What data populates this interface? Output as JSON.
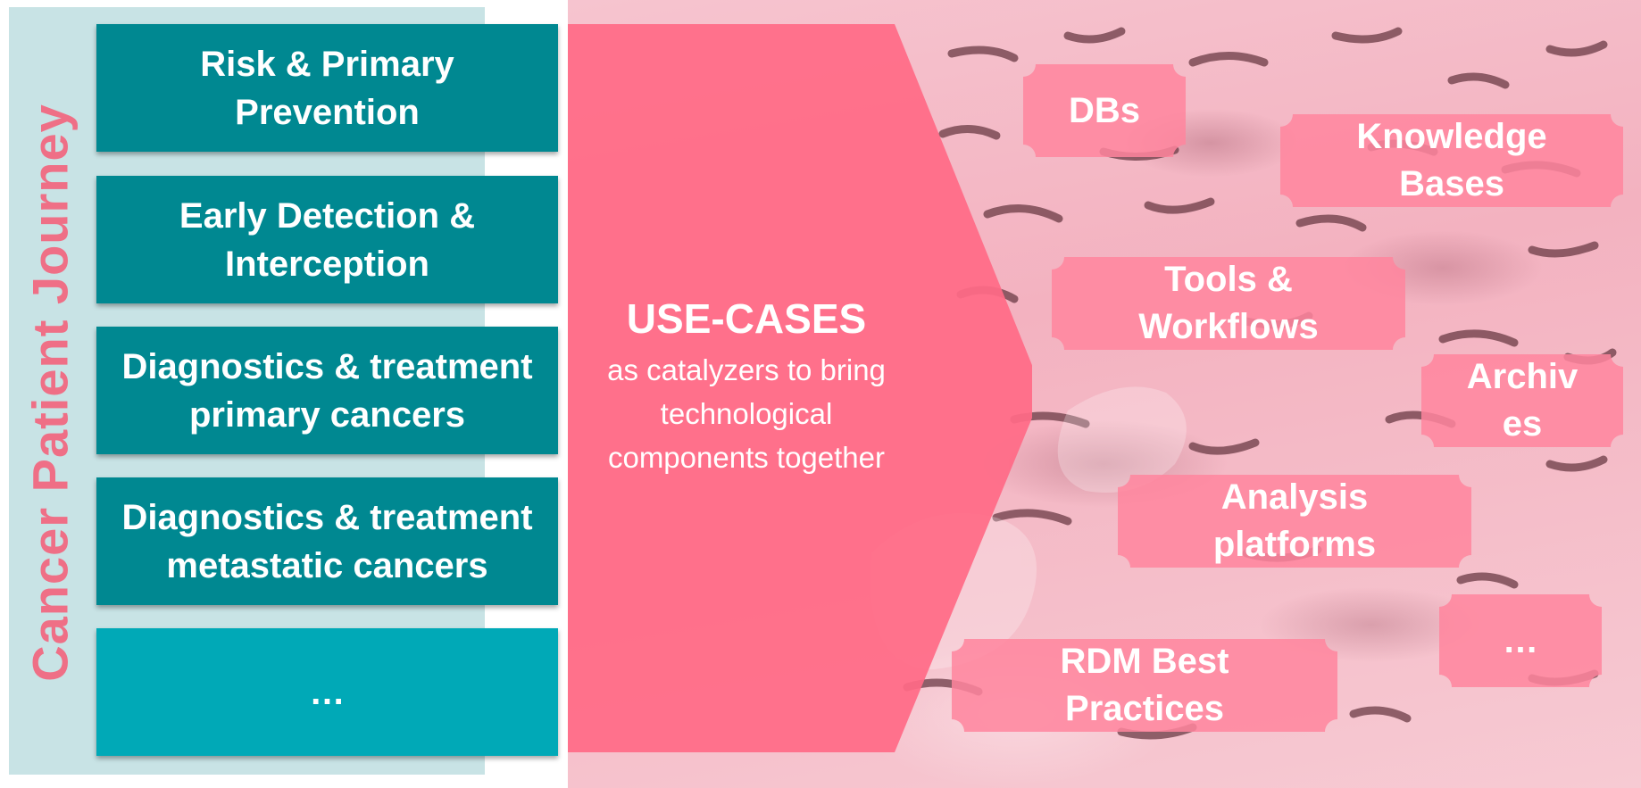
{
  "journey_label": "Cancer Patient Journey",
  "stages": [
    "Risk & Primary Prevention",
    "Early Detection & Interception",
    "Diagnostics & treatment primary cancers",
    "Diagnostics & treatment metastatic cancers",
    "…"
  ],
  "use_cases": {
    "title": "USE-CASES",
    "subtitle": "as catalyzers to bring technological components together"
  },
  "components": [
    "DBs",
    "Knowledge Bases",
    "Tools & Workflows",
    "Archiv es",
    "Analysis platforms",
    "…",
    "RDM Best Practices"
  ],
  "colors": {
    "stage_box": "#008891",
    "stage_box_last": "#00a9b7",
    "left_panel_bg": "#c8e3e5",
    "journey_label": "#ef6f86",
    "chevron": "#ff6a86",
    "tag": "#ff859d"
  }
}
